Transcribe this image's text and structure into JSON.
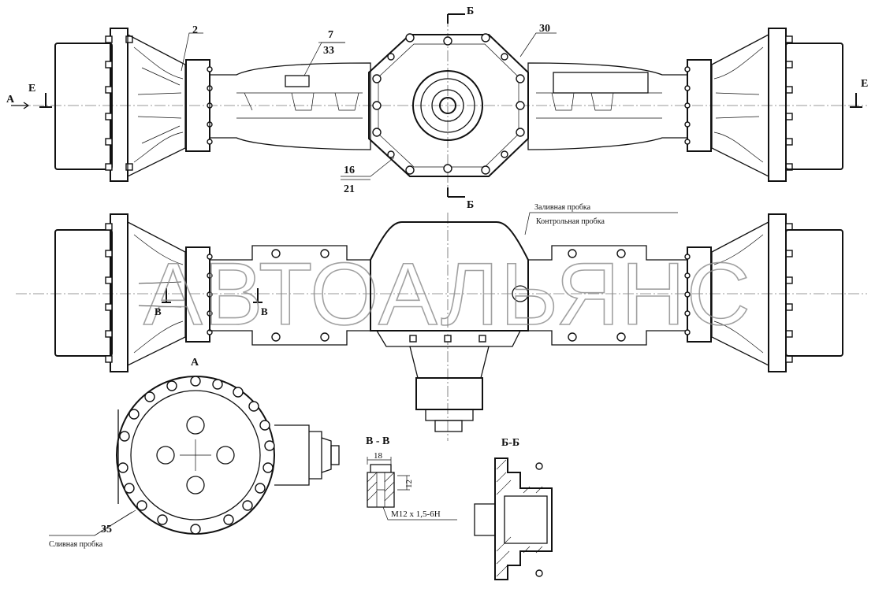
{
  "watermark": "АВТОАЛЬЯНС",
  "callouts": {
    "p2": "2",
    "p7": "7",
    "p33": "33",
    "p30": "30",
    "p16": "16",
    "p21": "21",
    "p35": "35"
  },
  "section_marks": {
    "A": "А",
    "E": "Е",
    "B_cut": "Б",
    "V": "В"
  },
  "notes": {
    "fill_plug": "Заливная пробка",
    "control_plug": "Контрольная пробка",
    "drain_plug": "Сливная пробка"
  },
  "views": {
    "view_a": "А",
    "section_vv": "В - В",
    "section_bb": "Б-Б"
  },
  "dimensions": {
    "width": "18",
    "height": "12",
    "thread": "М12 х 1,5-6Н"
  },
  "colors": {
    "line": "#111111",
    "watermark": "#8a8a8a",
    "background": "#ffffff"
  }
}
